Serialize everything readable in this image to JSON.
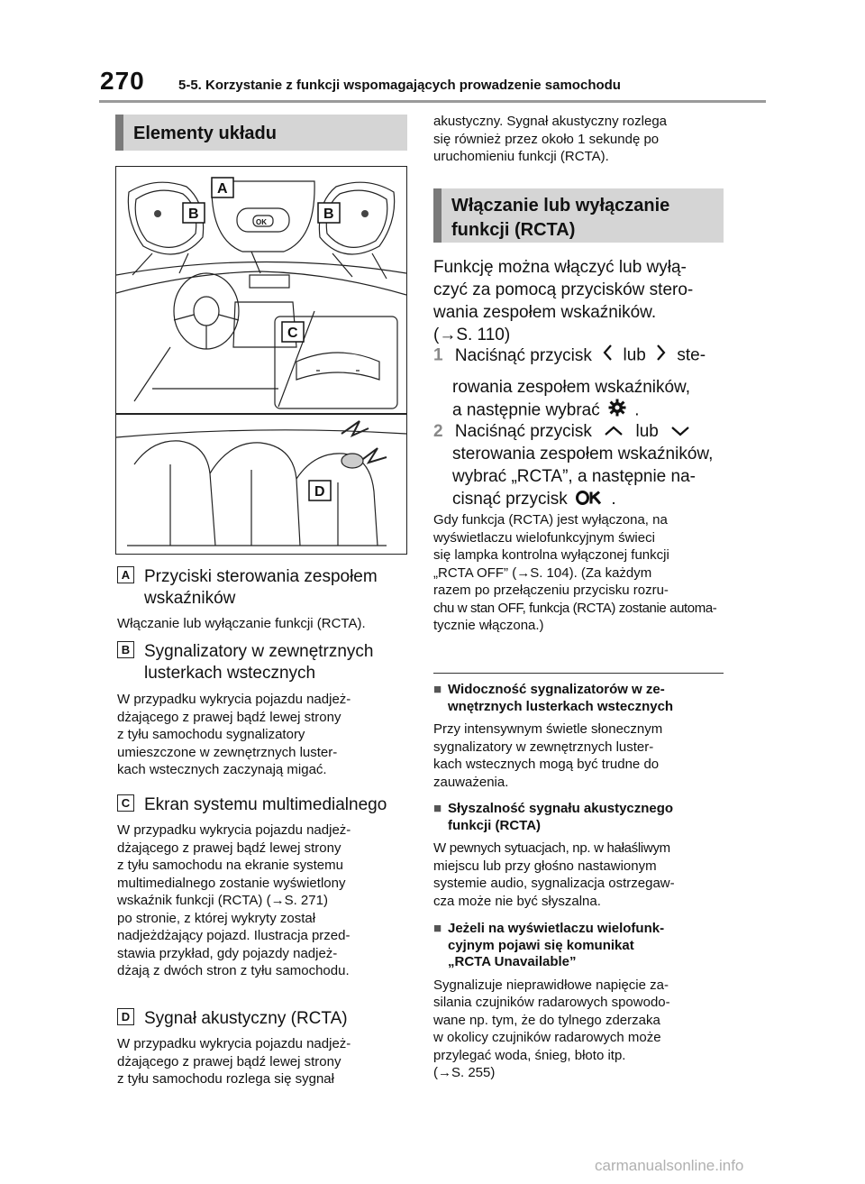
{
  "header": {
    "page_number": "270",
    "chapter_title": "5-5. Korzystanie z funkcji wspomagających prowadzenie samochodu"
  },
  "left": {
    "banner": "Elementy układu",
    "figure": {
      "labels": {
        "A": "A",
        "B": "B",
        "C": "C",
        "D": "D"
      },
      "ok_text": "OK"
    },
    "items": [
      {
        "badge": "A",
        "title_l1": "Przyciski sterowania zespołem",
        "title_l2": "wskaźników",
        "desc": [
          "Włączanie lub wyłączanie funkcji (RCTA)."
        ]
      },
      {
        "badge": "B",
        "title_l1": "Sygnalizatory w zewnętrznych",
        "title_l2": "lusterkach wstecznych",
        "desc": [
          "W przypadku wykrycia pojazdu nadjeż-",
          "dżającego z prawej bądź lewej strony",
          "z tyłu samochodu sygnalizatory",
          "umieszczone w zewnętrznych luster-",
          "kach wstecznych zaczynają migać."
        ]
      },
      {
        "badge": "C",
        "title_l1": "Ekran systemu multimedialnego",
        "title_l2": "",
        "desc": [
          "W przypadku wykrycia pojazdu nadjeż-",
          "dżającego z prawej bądź lewej strony",
          "z tyłu samochodu na ekranie systemu",
          "multimedialnego zostanie wyświetlony",
          "wskaźnik funkcji (RCTA) (→S. 271)",
          "po stronie, z której wykryty został",
          "nadjeżdżający pojazd. Ilustracja przed-",
          "stawia przykład, gdy pojazdy nadjeż-",
          "dżają z dwóch stron z tyłu samochodu."
        ]
      },
      {
        "badge": "D",
        "title_l1": "Sygnał akustyczny (RCTA)",
        "title_l2": "",
        "desc": [
          "W przypadku wykrycia pojazdu nadjeż-",
          "dżającego z prawej bądź lewej strony",
          "z tyłu samochodu rozlega się sygnał"
        ]
      }
    ]
  },
  "right": {
    "cont": [
      "akustyczny. Sygnał akustyczny rozlega",
      "się również przez około 1 sekundę po",
      "uruchomieniu funkcji (RCTA)."
    ],
    "banner_l1": "Włączanie lub wyłączanie",
    "banner_l2": "funkcji (RCTA)",
    "intro": [
      "Funkcję można włączyć lub wyłą-",
      "czyć za pomocą przycisków stero-",
      "wania zespołem wskaźników.",
      "(→S. 110)"
    ],
    "step1": {
      "num": "1",
      "a": "Naciśnąć przycisk",
      "b": "lub",
      "c": "ste-",
      "l2": "rowania zespołem wskaźników,",
      "l3": "a następnie wybrać",
      "l3_end": "."
    },
    "step2": {
      "num": "2",
      "a": "Naciśnąć przycisk",
      "b": "lub",
      "l2": "sterowania zespołem wskaźników,",
      "l3": "wybrać „RCTA”, a następnie na-",
      "l4": "cisnąć przycisk",
      "l4_end": "."
    },
    "note": [
      "Gdy funkcja (RCTA) jest wyłączona, na",
      "wyświetlaczu wielofunkcyjnym świeci",
      "się lampka kontrolna wyłączonej funkcji",
      "„RCTA OFF” (→S. 104). (Za każdym",
      "razem po przełączeniu przycisku rozru-",
      "chu w stan OFF, funkcja (RCTA) zostanie automa-",
      "tycznie włączona.)"
    ],
    "bullets": [
      {
        "mark": "■",
        "head": [
          "Widoczność sygnalizatorów w ze-",
          "wnętrznych lusterkach wstecznych"
        ],
        "body": [
          "Przy intensywnym świetle słonecznym",
          "sygnalizatory w zewnętrznych luster-",
          "kach wstecznych mogą być trudne do",
          "zauważenia."
        ]
      },
      {
        "mark": "■",
        "head": [
          "Słyszalność sygnału akustycznego",
          "funkcji (RCTA)"
        ],
        "body": [
          "W pewnych sytuacjach, np. w hałaśliwym",
          "miejscu lub przy głośno nastawionym",
          "systemie audio, sygnalizacja ostrzegaw-",
          "cza może nie być słyszalna."
        ]
      },
      {
        "mark": "■",
        "head": [
          "Jeżeli na wyświetlaczu wielofunk-",
          "cyjnym pojawi się komunikat",
          "„RCTA Unavailable”"
        ],
        "body": [
          "Sygnalizuje nieprawidłowe napięcie za-",
          "silania czujników radarowych spowodo-",
          "wane np. tym, że do tylnego zderzaka",
          "w okolicy czujników radarowych może",
          "przylegać woda, śnieg, błoto itp.",
          "(→S. 255)"
        ]
      }
    ]
  },
  "icons": {
    "left": "chevron-left-icon",
    "right": "chevron-right-icon",
    "up": "chevron-up-icon",
    "down": "chevron-down-icon",
    "gear": "gear-icon",
    "ok": "ok-icon"
  },
  "watermark": "carmanualsonline.info"
}
